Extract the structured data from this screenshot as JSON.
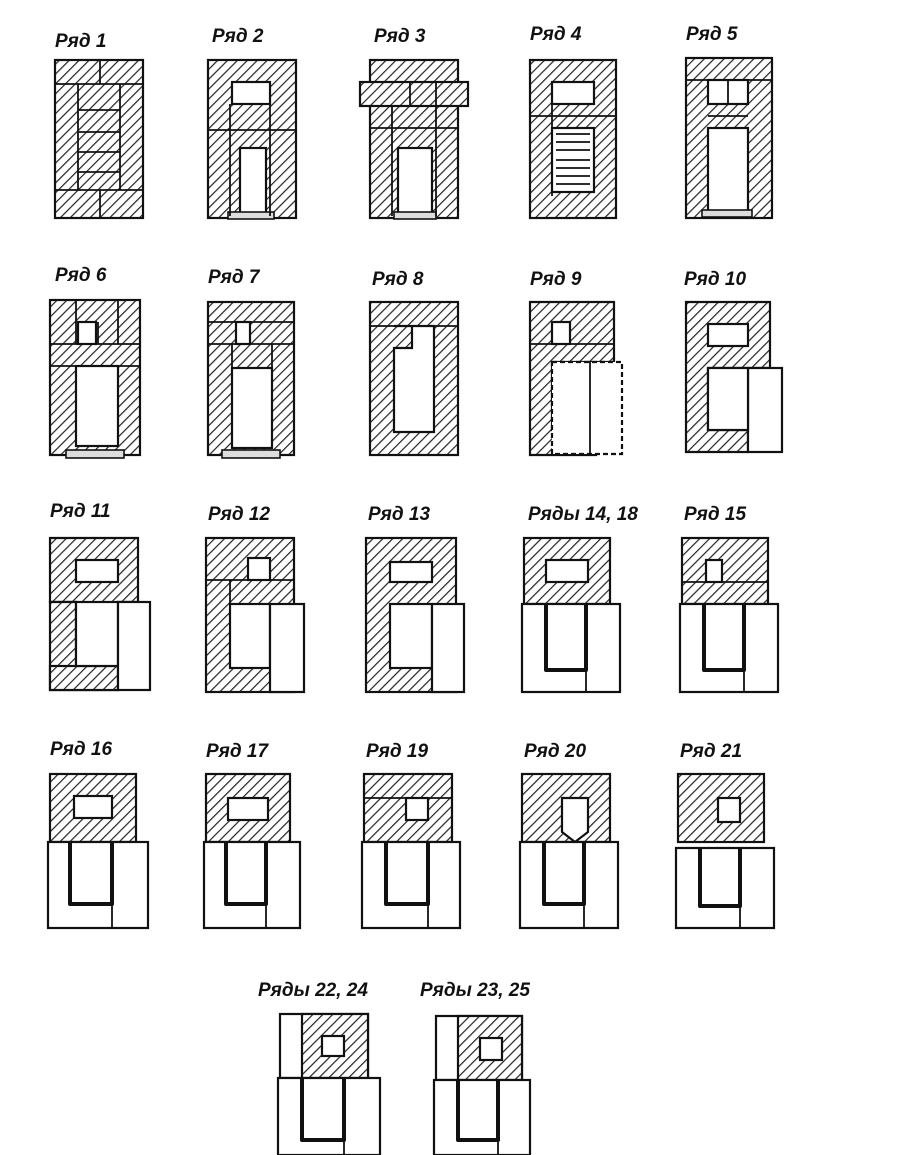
{
  "rows": [
    {
      "label": "Ряд 1"
    },
    {
      "label": "Ряд 2"
    },
    {
      "label": "Ряд 3"
    },
    {
      "label": "Ряд 4"
    },
    {
      "label": "Ряд 5"
    },
    {
      "label": "Ряд 6"
    },
    {
      "label": "Ряд 7"
    },
    {
      "label": "Ряд 8"
    },
    {
      "label": "Ряд 9"
    },
    {
      "label": "Ряд 10"
    },
    {
      "label": "Ряд 11"
    },
    {
      "label": "Ряд 12"
    },
    {
      "label": "Ряд 13"
    },
    {
      "label": "Ряды 14, 18"
    },
    {
      "label": "Ряд 15"
    },
    {
      "label": "Ряд 16"
    },
    {
      "label": "Ряд 17"
    },
    {
      "label": "Ряд 19"
    },
    {
      "label": "Ряд 20"
    },
    {
      "label": "Ряд 21"
    },
    {
      "label": "Ряды 22, 24"
    },
    {
      "label": "Ряды 23, 25"
    }
  ]
}
